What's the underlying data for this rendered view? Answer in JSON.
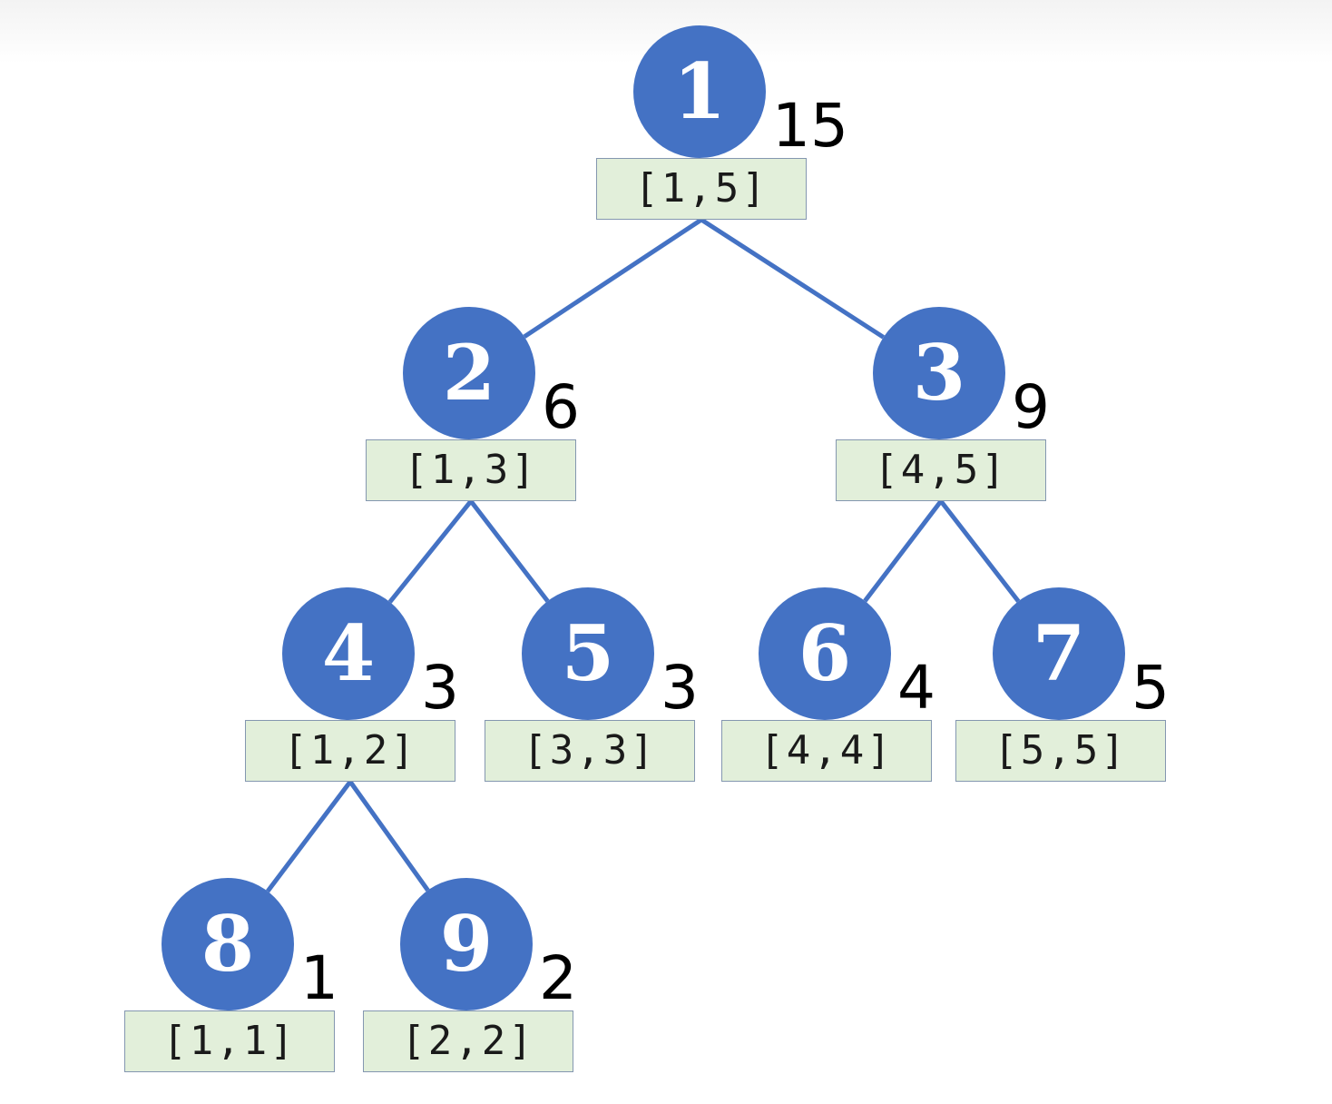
{
  "colors": {
    "node_fill": "#4472c4",
    "edge": "#4472c4",
    "range_fill": "#e2efda",
    "range_border": "#8497b0"
  },
  "tree": {
    "nodes": [
      {
        "id": "1",
        "sum": "15",
        "range": "[1,5]",
        "parent": null
      },
      {
        "id": "2",
        "sum": "6",
        "range": "[1,3]",
        "parent": "1"
      },
      {
        "id": "3",
        "sum": "9",
        "range": "[4,5]",
        "parent": "1"
      },
      {
        "id": "4",
        "sum": "3",
        "range": "[1,2]",
        "parent": "2"
      },
      {
        "id": "5",
        "sum": "3",
        "range": "[3,3]",
        "parent": "2"
      },
      {
        "id": "6",
        "sum": "4",
        "range": "[4,4]",
        "parent": "3"
      },
      {
        "id": "7",
        "sum": "5",
        "range": "[5,5]",
        "parent": "3"
      },
      {
        "id": "8",
        "sum": "1",
        "range": "[1,1]",
        "parent": "4"
      },
      {
        "id": "9",
        "sum": "2",
        "range": "[2,2]",
        "parent": "4"
      }
    ]
  }
}
